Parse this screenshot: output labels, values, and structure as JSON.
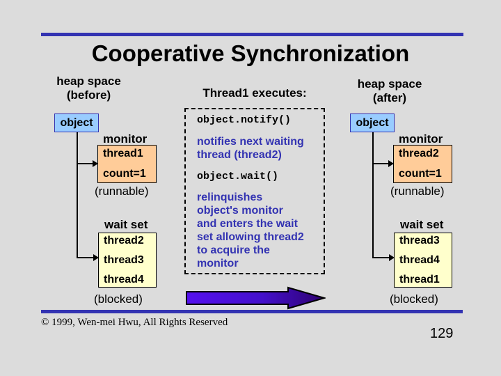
{
  "slide": {
    "title": "Cooperative Synchronization",
    "page_number": "129",
    "copyright": "© 1999, Wen-mei Hwu, All Rights Reserved",
    "background_color": "#dcdcdc",
    "rule_color": "#3333b2"
  },
  "left_column": {
    "heading_line1": "heap space",
    "heading_line2": "(before)",
    "object_box": {
      "label": "object",
      "fill": "#99ccff",
      "border": "#3333b2"
    },
    "monitor": {
      "caption": "monitor",
      "rows": [
        "thread1",
        "count=1"
      ],
      "state": "(runnable)",
      "fill": "#ffcc99"
    },
    "wait_set": {
      "caption": "wait set",
      "rows": [
        "thread2",
        "thread3",
        "thread4"
      ],
      "state": "(blocked)",
      "fill": "#ffffcc"
    }
  },
  "center_column": {
    "heading": "Thread1 executes:",
    "blocks": [
      {
        "kind": "code",
        "text": "object.notify()"
      },
      {
        "kind": "desc",
        "lines": [
          "notifies next waiting",
          "thread (thread2)"
        ]
      },
      {
        "kind": "code",
        "text": "object.wait()"
      },
      {
        "kind": "desc",
        "lines": [
          "relinquishes",
          "object's monitor",
          "and enters the wait",
          "set allowing thread2",
          "to acquire the",
          "monitor"
        ]
      }
    ],
    "code_color": "#000000",
    "desc_color": "#3333b2",
    "flow_arrow": {
      "name": "transition-arrow",
      "gradient_from": "#5511ee",
      "gradient_to": "#330077"
    }
  },
  "right_column": {
    "heading_line1": "heap space",
    "heading_line2": "(after)",
    "object_box": {
      "label": "object",
      "fill": "#99ccff",
      "border": "#3333b2"
    },
    "monitor": {
      "caption": "monitor",
      "rows": [
        "thread2",
        "count=1"
      ],
      "state": "(runnable)",
      "fill": "#ffcc99"
    },
    "wait_set": {
      "caption": "wait set",
      "rows": [
        "thread3",
        "thread4",
        "thread1"
      ],
      "state": "(blocked)",
      "fill": "#ffffcc"
    }
  }
}
